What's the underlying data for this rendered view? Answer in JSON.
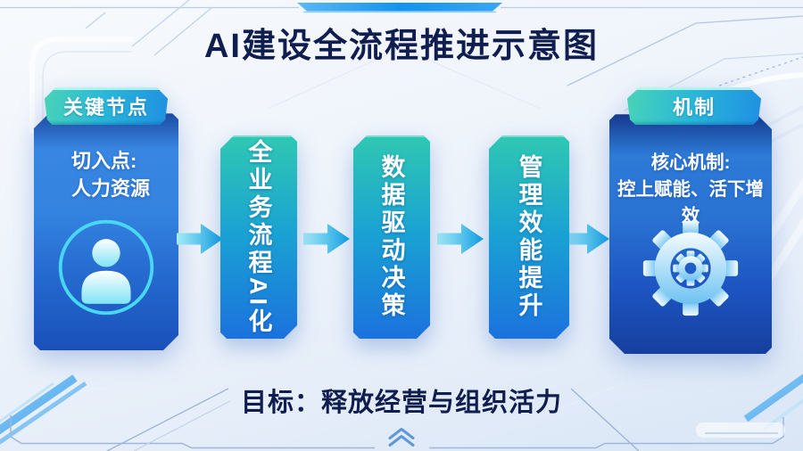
{
  "title": "AI建设全流程推进示意图",
  "goal": "目标：释放经营与组织活力",
  "left_card": {
    "badge": "关键节点",
    "text_line1": "切入点:",
    "text_line2": "人力资源",
    "icon": "person-icon"
  },
  "flow_steps": [
    {
      "label": "全业务流程AI化"
    },
    {
      "label": "数据驱动决策"
    },
    {
      "label": "管理效能提升"
    }
  ],
  "right_card": {
    "badge": "机制",
    "text_line1": "核心机制:",
    "text_line2": "控上赋能、活下增效",
    "icon": "gear-icon"
  },
  "colors": {
    "title_text": "#101d4f",
    "badge_gradient_start": "#49d4b6",
    "badge_gradient_end": "#1f8fe2",
    "side_card_blue_top": "#3383e0",
    "side_card_blue_bottom": "#1b50ba",
    "step_teal_top": "#2fc8b2",
    "step_blue_bottom": "#1b72dd",
    "arrow_start": "#a5ebf7",
    "arrow_end": "#12a0e2",
    "background": "#eef3fa"
  }
}
